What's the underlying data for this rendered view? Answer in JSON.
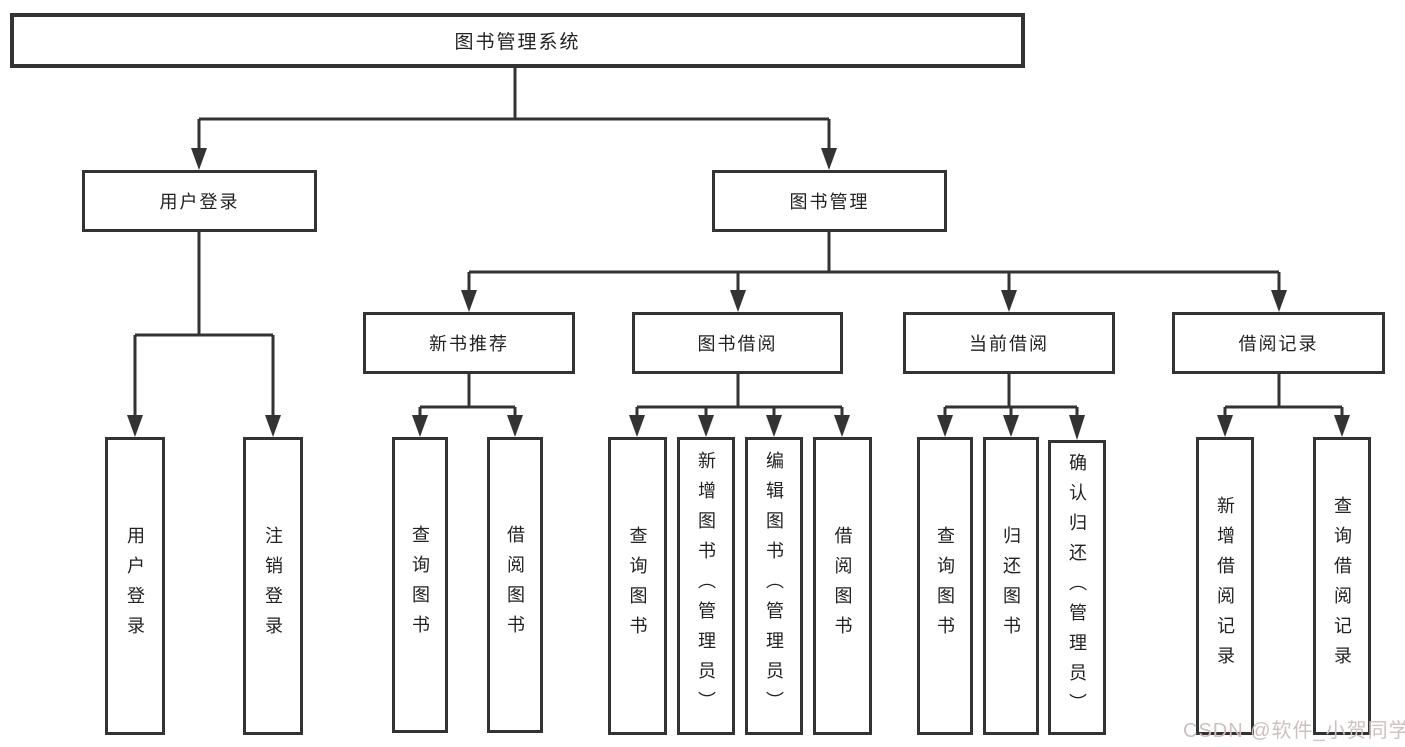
{
  "tree": {
    "label": "图书管理系统",
    "children": [
      {
        "label": "用户登录",
        "children": [
          {
            "label": "用户登录"
          },
          {
            "label": "注销登录"
          }
        ]
      },
      {
        "label": "图书管理",
        "children": [
          {
            "label": "新书推荐",
            "children": [
              {
                "label": "查询图书"
              },
              {
                "label": "借阅图书"
              }
            ]
          },
          {
            "label": "图书借阅",
            "children": [
              {
                "label": "查询图书"
              },
              {
                "label": "新增图书（管理员）"
              },
              {
                "label": "编辑图书（管理员）"
              },
              {
                "label": "借阅图书"
              }
            ]
          },
          {
            "label": "当前借阅",
            "children": [
              {
                "label": "查询图书"
              },
              {
                "label": "归还图书"
              },
              {
                "label": "确认归还（管理员）"
              }
            ]
          },
          {
            "label": "借阅记录",
            "children": [
              {
                "label": "新增借阅记录"
              },
              {
                "label": "查询借阅记录"
              }
            ]
          }
        ]
      }
    ]
  },
  "watermark": {
    "text": "CSDN @软件_小贺同学"
  },
  "colors": {
    "line": "#333333",
    "node-bg": "#ffffff",
    "watermark": "#cfc0c0"
  }
}
